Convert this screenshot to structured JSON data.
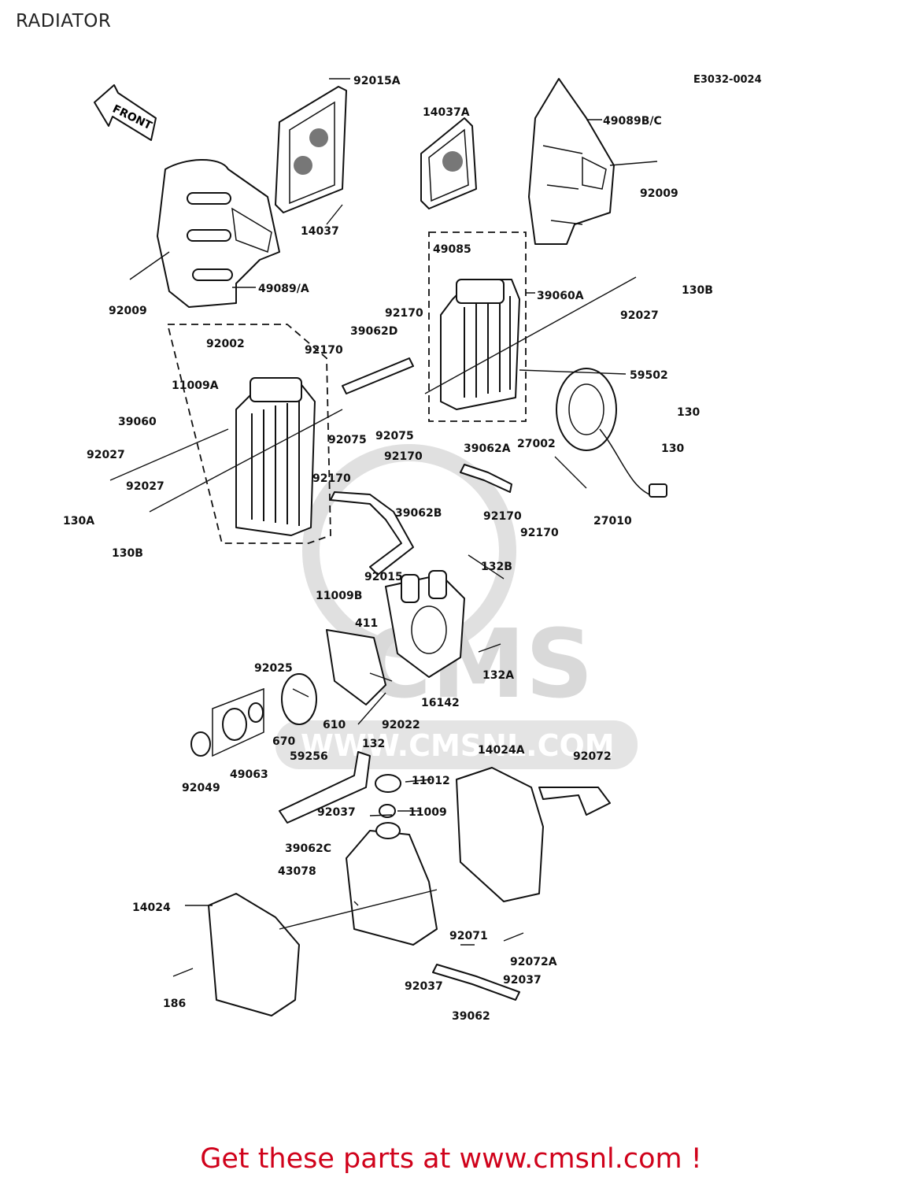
{
  "page": {
    "title": "RADIATOR",
    "diagram_code": "E3032-0024",
    "footer": "Get these parts at www.cmsnl.com !",
    "front_arrow_label": "FRONT",
    "watermark": "CMS",
    "watermark_url": "WWW.CMSNL.COM"
  },
  "colors": {
    "footer": "#d0021b",
    "watermark": "#d9d9d9",
    "lines": "#111111"
  },
  "parts": {
    "p92015A": "92015A",
    "p14037A": "14037A",
    "p49089BC": "49089B/C",
    "p92009_r": "92009",
    "p14037": "14037",
    "p49085": "49085",
    "p130B_r": "130B",
    "p49089A": "49089/A",
    "p92009_l": "92009",
    "p39060A": "39060A",
    "p92027_r": "92027",
    "p92170_a": "92170",
    "p39062D": "39062D",
    "p92002": "92002",
    "p92170_b": "92170",
    "p11009A": "11009A",
    "p59502": "59502",
    "p39060": "39060",
    "p130_a": "130",
    "p92075_l": "92075",
    "p92075_r": "92075",
    "p27002": "27002",
    "p130_b": "130",
    "p92027_a": "92027",
    "p92170_c": "92170",
    "p39062A": "39062A",
    "p92027_b": "92027",
    "p92170_d": "92170",
    "p130A": "130A",
    "p39062B": "39062B",
    "p92170_e": "92170",
    "p27010": "27010",
    "p130B_l": "130B",
    "p92170_f": "92170",
    "p132B": "132B",
    "p92015": "92015",
    "p11009B": "11009B",
    "p411": "411",
    "p132A": "132A",
    "p92025": "92025",
    "p16142": "16142",
    "p610": "610",
    "p92022": "92022",
    "p670": "670",
    "p132": "132",
    "p59256": "59256",
    "p14024A": "14024A",
    "p92072": "92072",
    "p92049": "92049",
    "p49063": "49063",
    "p11012": "11012",
    "p92037_a": "92037",
    "p11009": "11009",
    "p39062C": "39062C",
    "p43078": "43078",
    "p14024": "14024",
    "p92071": "92071",
    "p92072A": "92072A",
    "p92037_b": "92037",
    "p92037_c": "92037",
    "p186": "186",
    "p39062": "39062"
  }
}
